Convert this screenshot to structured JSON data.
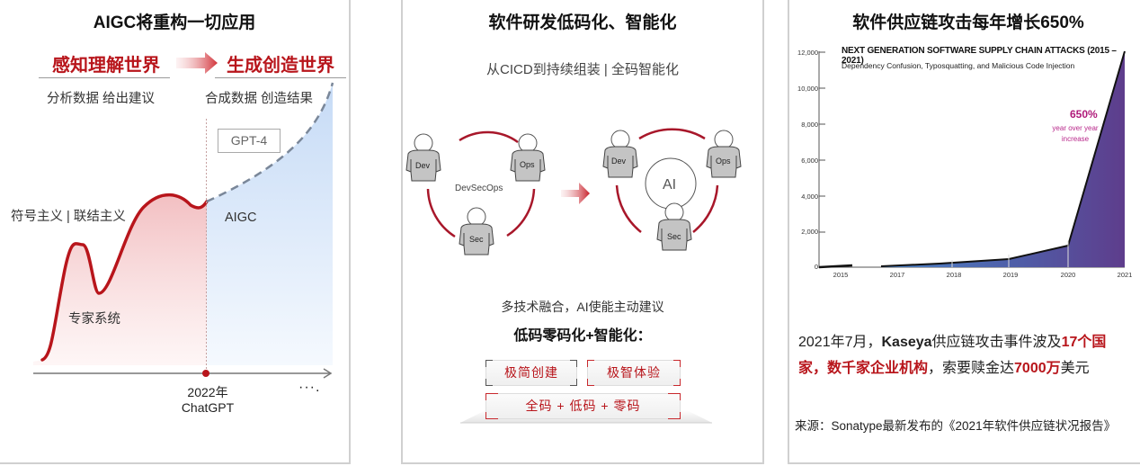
{
  "panel1": {
    "title": "AIGC将重构一切应用",
    "left_heading": "感知理解世界",
    "right_heading": "生成创造世界",
    "left_sub": "分析数据 给出建议",
    "right_sub": "合成数据 创造结果",
    "gpt4_label": "GPT-4",
    "symbolism_label": "符号主义 | 联结主义",
    "expert_label": "专家系统",
    "aigc_label": "AIGC",
    "milestone_year": "2022年",
    "milestone_name": "ChatGPT",
    "ellipsis": "···.",
    "colors": {
      "accent_red": "#b8151b",
      "past_fill": "#f4c9cb",
      "future_fill": "#cfe0f7",
      "dash_line": "#7a8799"
    }
  },
  "panel2": {
    "title": "软件研发低码化、智能化",
    "subtitle": "从CICD到持续组装 | 全码智能化",
    "before": {
      "center_label": "DevSecOps",
      "people": [
        "Dev",
        "Ops",
        "Sec"
      ]
    },
    "after": {
      "center_label": "AI",
      "people": [
        "Dev",
        "Ops",
        "Sec"
      ]
    },
    "note": "多技术融合，AI使能主动建议",
    "bold_line": "低码零码化+智能化：",
    "boxes": [
      "极简创建",
      "极智体验",
      "全码 + 低码 + 零码"
    ],
    "colors": {
      "ring_red": "#a8172a",
      "shirt": "#c4c4c4"
    }
  },
  "panel3": {
    "title": "软件供应链攻击每年增长650%",
    "body": {
      "part1": "2021年7月，",
      "company": "Kaseya",
      "part2": "供应链攻击事件波及",
      "red1": "17个国家，数千家企业机构",
      "part3": "，索要赎金达",
      "red2": "7000万",
      "part4": "美元"
    },
    "source": "来源：Sonatype最新发布的《2021年软件供应链状况报告》"
  },
  "chart_data": {
    "type": "area",
    "title": "NEXT GENERATION SOFTWARE SUPPLY CHAIN ATTACKS (2015 – 2021)",
    "subtitle": "Dependency Confusion, Typosquatting, and Malicious Code Injection",
    "categories": [
      "2015",
      "2017",
      "2018",
      "2019",
      "2020",
      "2021"
    ],
    "x": [
      2015,
      2016,
      2017,
      2018,
      2019,
      2020,
      2021
    ],
    "values": [
      50,
      0,
      80,
      200,
      400,
      1200,
      12000
    ],
    "yticks": [
      "12,000",
      "10,000",
      "8,000",
      "6,000",
      "4,000",
      "2,000",
      "0"
    ],
    "ylim": [
      0,
      12000
    ],
    "xlabel": "",
    "ylabel": "",
    "annotation": {
      "value": "650%",
      "text": "year over year increase"
    },
    "colors": {
      "fill_start": "#4a7cc4",
      "fill_end": "#5b3f8c",
      "line": "#111111",
      "annotation": "#b01a7a"
    },
    "grid": false,
    "legend": "none"
  }
}
